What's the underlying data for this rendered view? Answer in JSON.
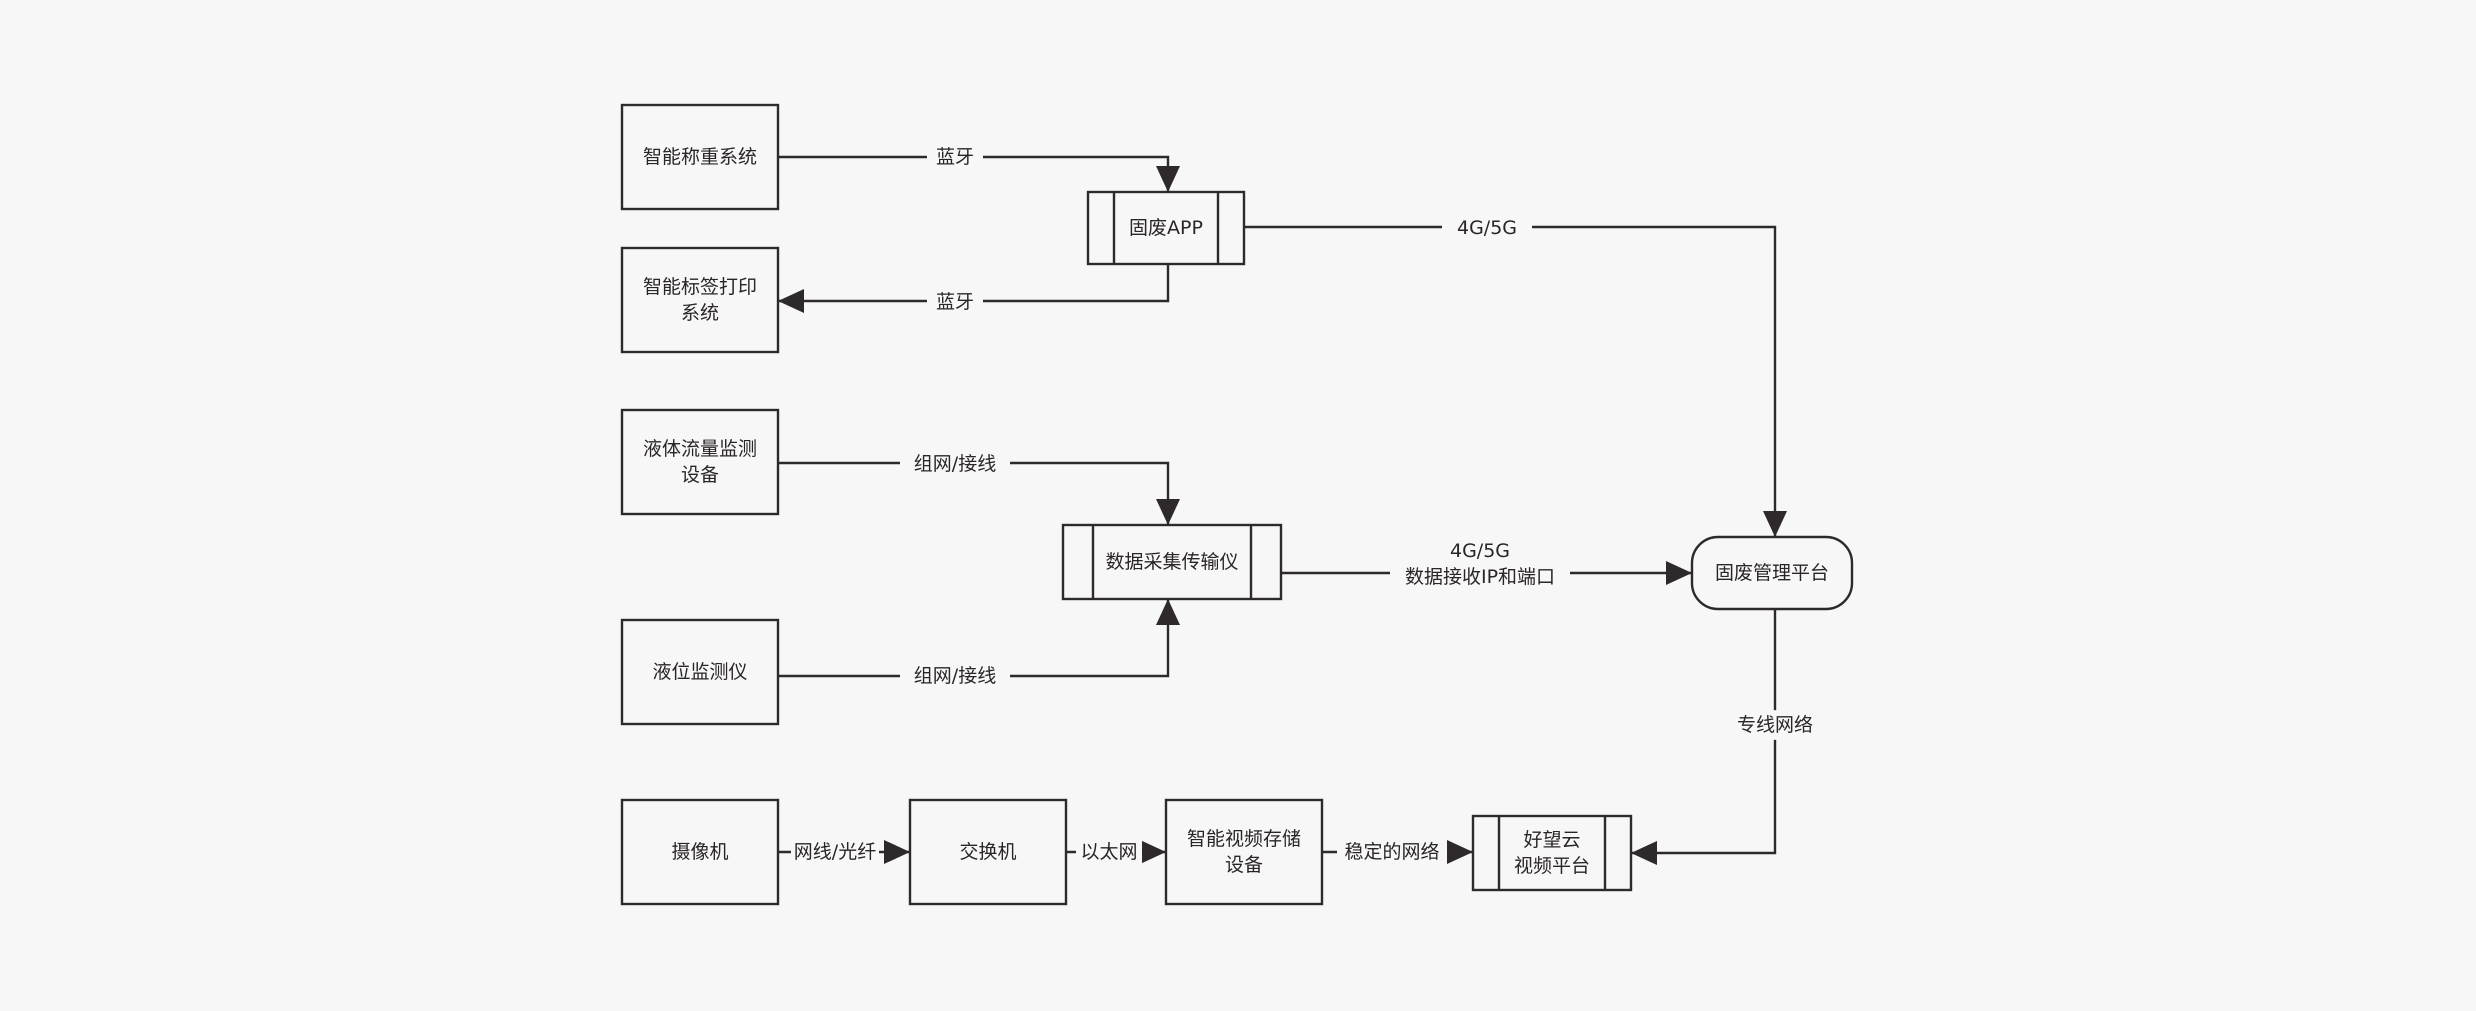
{
  "colors": {
    "background": "#f7f7f7",
    "stroke": "#2e2a2b",
    "text": "#2a2526"
  },
  "nodes": {
    "smart_weighing": [
      "智能称重系统"
    ],
    "smart_label_print": [
      "智能标签打印",
      "系统"
    ],
    "liquid_flow": [
      "液体流量监测",
      "设备"
    ],
    "level_monitor": [
      "液位监测仪"
    ],
    "camera": [
      "摄像机"
    ],
    "app": [
      "固废APP"
    ],
    "data_transmitter": [
      "数据采集传输仪"
    ],
    "platform": [
      "固废管理平台"
    ],
    "switch": [
      "交换机"
    ],
    "video_storage": [
      "智能视频存储",
      "设备"
    ],
    "cloud_platform": [
      "好望云",
      "视频平台"
    ]
  },
  "edges": {
    "bluetooth_in": [
      "蓝牙"
    ],
    "bluetooth_out": [
      "蓝牙"
    ],
    "app_4g": [
      "4G/5G"
    ],
    "flow_network": [
      "组网/接线"
    ],
    "level_network": [
      "组网/接线"
    ],
    "transmitter_4g": [
      "4G/5G",
      "数据接收IP和端口"
    ],
    "dedicated_line": [
      "专线网络"
    ],
    "camera_cable": [
      "网线/光纤"
    ],
    "ethernet": [
      "以太网"
    ],
    "stable_network": [
      "稳定的网络"
    ]
  }
}
